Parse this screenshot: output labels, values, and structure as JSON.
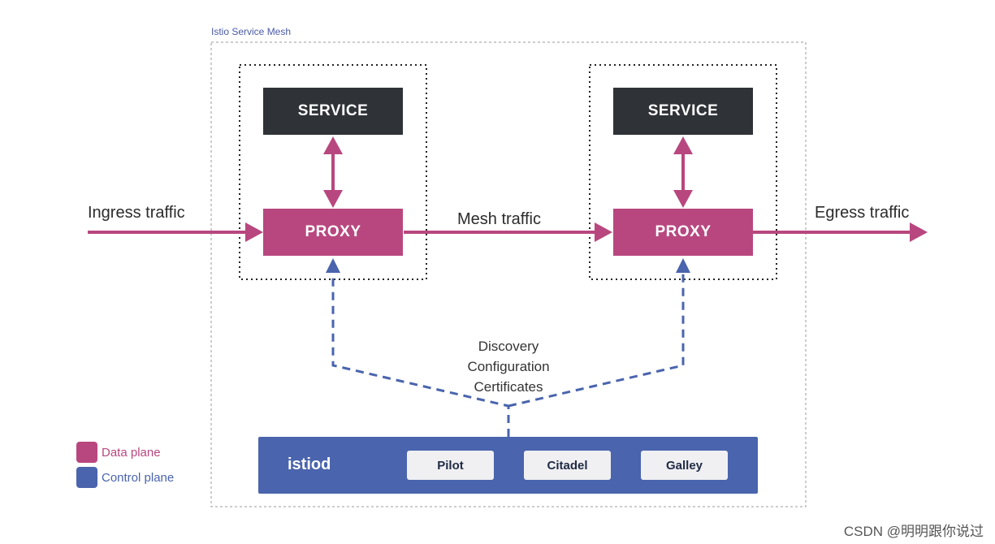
{
  "mesh_label": "Istio Service Mesh",
  "service_left": "SERVICE",
  "proxy_left": "PROXY",
  "service_right": "SERVICE",
  "proxy_right": "PROXY",
  "ingress_label": "Ingress traffic",
  "mesh_traffic_label": "Mesh traffic",
  "egress_label": "Egress traffic",
  "control_labels": [
    "Discovery",
    "Configuration",
    "Certificates"
  ],
  "istiod": {
    "label": "istiod",
    "components": [
      "Pilot",
      "Citadel",
      "Galley"
    ]
  },
  "legend": [
    {
      "label": "Data plane",
      "color": "#b8477f"
    },
    {
      "label": "Control plane",
      "color": "#4a64ad"
    }
  ],
  "colors": {
    "data_plane": "#b8477f",
    "control_plane": "#4a64ad",
    "service": "#2f3338"
  },
  "watermark": "CSDN @明明跟你说过"
}
